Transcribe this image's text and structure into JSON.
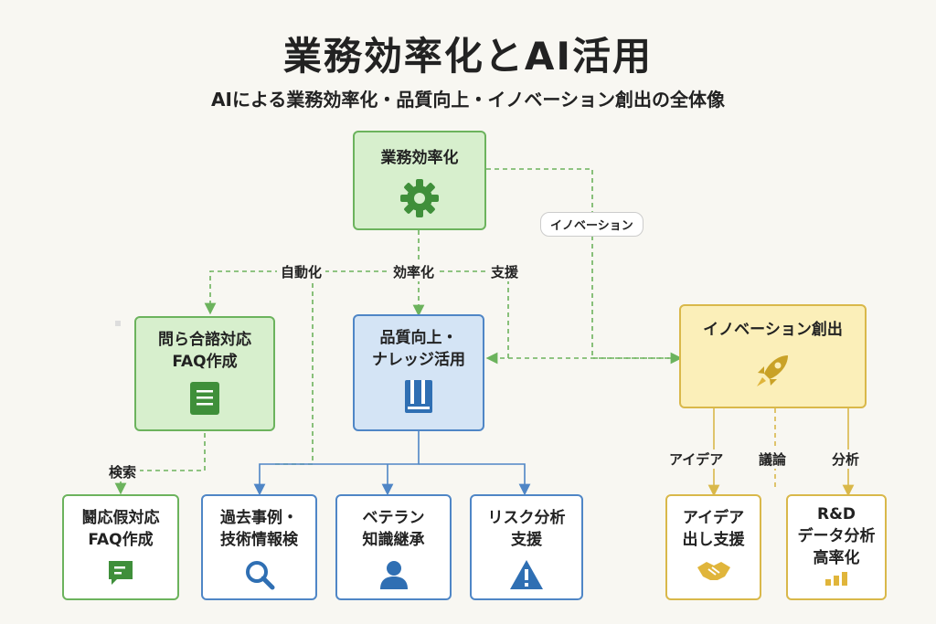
{
  "title": "業務効率化とAI活用",
  "subtitle": "AIによる業務効率化・品質向上・イノベーション創出の全体像",
  "colors": {
    "green": "#6cb35d",
    "blue": "#4f86c6",
    "yellow": "#d9b84a",
    "background": "#f8f7f2"
  },
  "nodes": {
    "efficiency": {
      "label": "業務効率化",
      "icon": "gear-icon"
    },
    "faq": {
      "label": "問ら合諮対応\nFAQ作成",
      "icon": "document-icon"
    },
    "quality": {
      "label": "品質向上・\nナレッジ活用",
      "icon": "book-icon"
    },
    "innovation": {
      "label": "イノベーション創出",
      "icon": "rocket-icon"
    },
    "faq_sub": {
      "label": "鬪応假対応\nFAQ作成",
      "icon": "chat-document-icon"
    },
    "past_cases": {
      "label": "過去事例・\n技術情報検",
      "icon": "search-icon"
    },
    "veteran": {
      "label": "ベテラン\n知識継承",
      "icon": "person-icon"
    },
    "risk": {
      "label": "リスク分析\n支援",
      "icon": "warning-icon"
    },
    "idea_support": {
      "label": "アイデア\n出し支援",
      "icon": "handshake-icon"
    },
    "rnd": {
      "label": "R&D\nデータ分析\n高率化",
      "icon": "bar-chart-icon"
    }
  },
  "edge_labels": {
    "automation": "自動化",
    "efficiency": "効率化",
    "support": "支援",
    "innovation_pill": "イノベーション",
    "search": "検索",
    "idea": "アイデア",
    "discussion": "議論",
    "analysis": "分析"
  }
}
